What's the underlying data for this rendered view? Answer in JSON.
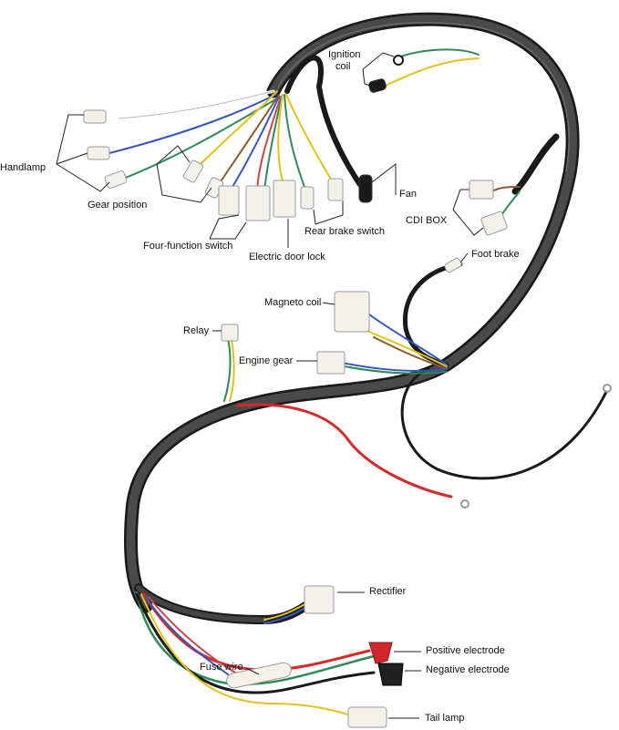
{
  "labels": {
    "ignition_coil_line1": "Ignition",
    "ignition_coil_line2": "coil",
    "handlamp": "Handlamp",
    "gear_position": "Gear position",
    "fan": "Fan",
    "cdi_box": "CDI BOX",
    "rear_brake_switch": "Rear brake switch",
    "four_function_switch": "Four-function switch",
    "electric_door_lock": "Electric door lock",
    "foot_brake": "Foot brake",
    "magneto_coil": "Magneto coil",
    "relay": "Relay",
    "engine_gear": "Engine gear",
    "rectifier": "Rectifier",
    "positive_electrode": "Positive electrode",
    "fuse_wire": "Fuse wire",
    "negative_electrode": "Negative electrode",
    "tail_lamp": "Tail lamp"
  },
  "colors": {
    "harness": "#1a1a1a",
    "connector": "#f4f1ea",
    "red_wire": "#d42a2a",
    "red_terminal": "#d0262e",
    "black_terminal": "#202020"
  }
}
